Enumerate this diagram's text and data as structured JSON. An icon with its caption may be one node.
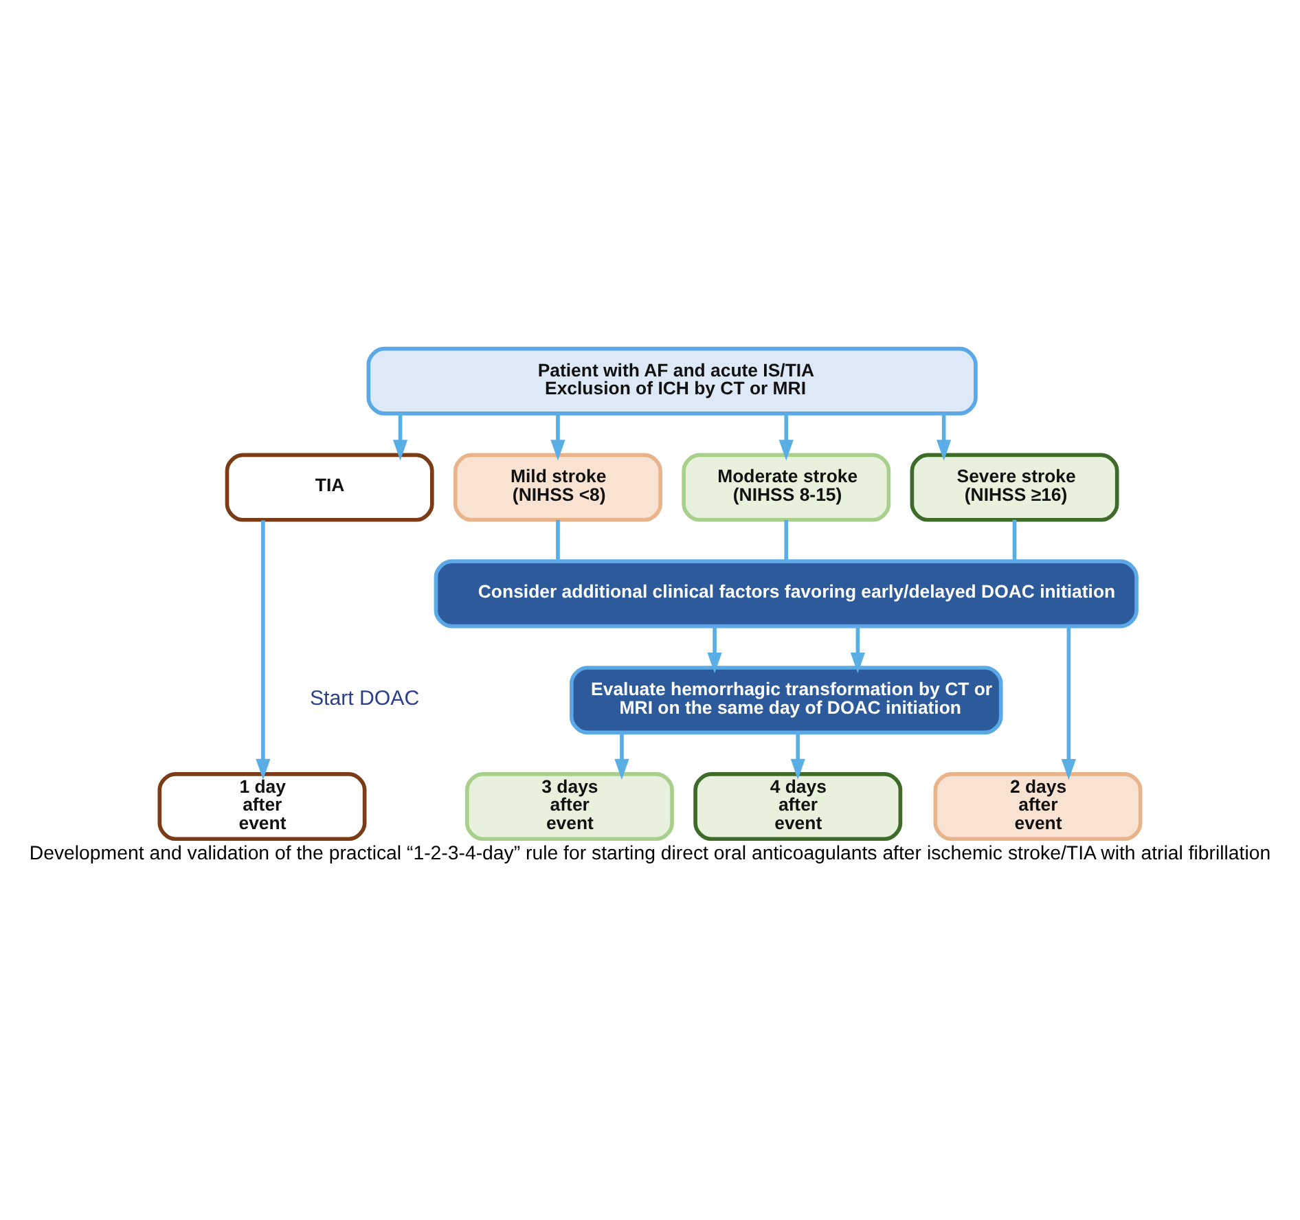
{
  "diagram": {
    "caption": "Development and validation of the practical “1-2-3-4-day” rule for starting direct oral anticoagulants after ischemic stroke/TIA with atrial fibrillation",
    "nodes": [
      {
        "text": [
          "Patient with AF and acute IS/TIA",
          "Exclusion of ICH by CT or MRI"
        ]
      },
      {
        "text": [
          "TIA"
        ]
      },
      {
        "text": [
          "Mild stroke (NIHSS <8)"
        ]
      },
      {
        "text": [
          "Moderate stroke (NIHSS 8-15)"
        ]
      },
      {
        "text": [
          "Severe stroke (NIHSS ≥16)"
        ]
      },
      {
        "text": [
          "Consider additional clinical factors favoring early/delayed DOAC initiation"
        ]
      },
      {
        "text": [
          "Evaluate hemorrhagic transformation by CT or MRI on the same day of DOAC initiation"
        ]
      },
      {
        "text": [
          "1 day after event"
        ]
      },
      {
        "text": [
          "2 days after event"
        ]
      },
      {
        "text": [
          "3 days after event"
        ]
      },
      {
        "text": [
          "4 days after event"
        ]
      }
    ],
    "edges": [
      {
        "from": 0,
        "to": 1,
        "arrow": "to"
      },
      {
        "from": 0,
        "to": 2,
        "arrow": "to"
      },
      {
        "from": 0,
        "to": 3,
        "arrow": "to"
      },
      {
        "from": 0,
        "to": 4,
        "arrow": "to"
      },
      {
        "from": 1,
        "to": 7,
        "arrow": "to"
      },
      {
        "from": 2,
        "to": 5,
        "arrow": "none"
      },
      {
        "from": 3,
        "to": 5,
        "arrow": "none"
      },
      {
        "from": 4,
        "to": 5,
        "arrow": "none"
      },
      {
        "from": 5,
        "to": 8,
        "arrow": "to"
      },
      {
        "from": 5,
        "to": 6,
        "arrow": "to"
      },
      {
        "from": 5,
        "to": 6,
        "arrow": "to"
      },
      {
        "from": 6,
        "to": 9,
        "arrow": "to"
      },
      {
        "from": 6,
        "to": 10,
        "arrow": "to"
      }
    ],
    "labels": [
      "Start DOAC"
    ]
  }
}
